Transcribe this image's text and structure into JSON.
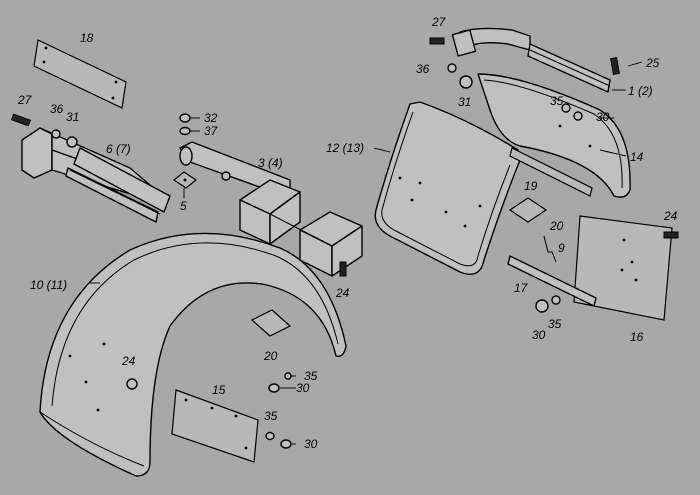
{
  "colors": {
    "background": "#a8a8a8",
    "line": "#000000",
    "part_fill": "#c0c0c0"
  },
  "labels": {
    "l18": "18",
    "l27a": "27",
    "l36a": "36",
    "l31a": "31",
    "l6_7": "6 (7)",
    "l32": "32",
    "l37": "37",
    "l5": "5",
    "l3_4": "3 (4)",
    "l12_13": "12 (13)",
    "l27b": "27",
    "l36b": "36",
    "l31b": "31",
    "l25": "25",
    "l1_2": "1 (2)",
    "l35a": "35",
    "l30a": "30",
    "l14": "14",
    "l19": "19",
    "l20a": "20",
    "l9": "9",
    "l24a": "24",
    "l16": "16",
    "l17": "17",
    "l35b": "35",
    "l30b": "30",
    "l10_11": "10 (11)",
    "l24b": "24",
    "l24c": "24",
    "l20b": "20",
    "l35c": "35",
    "l30c": "30",
    "l15": "15",
    "l35d": "35",
    "l30d": "30"
  }
}
